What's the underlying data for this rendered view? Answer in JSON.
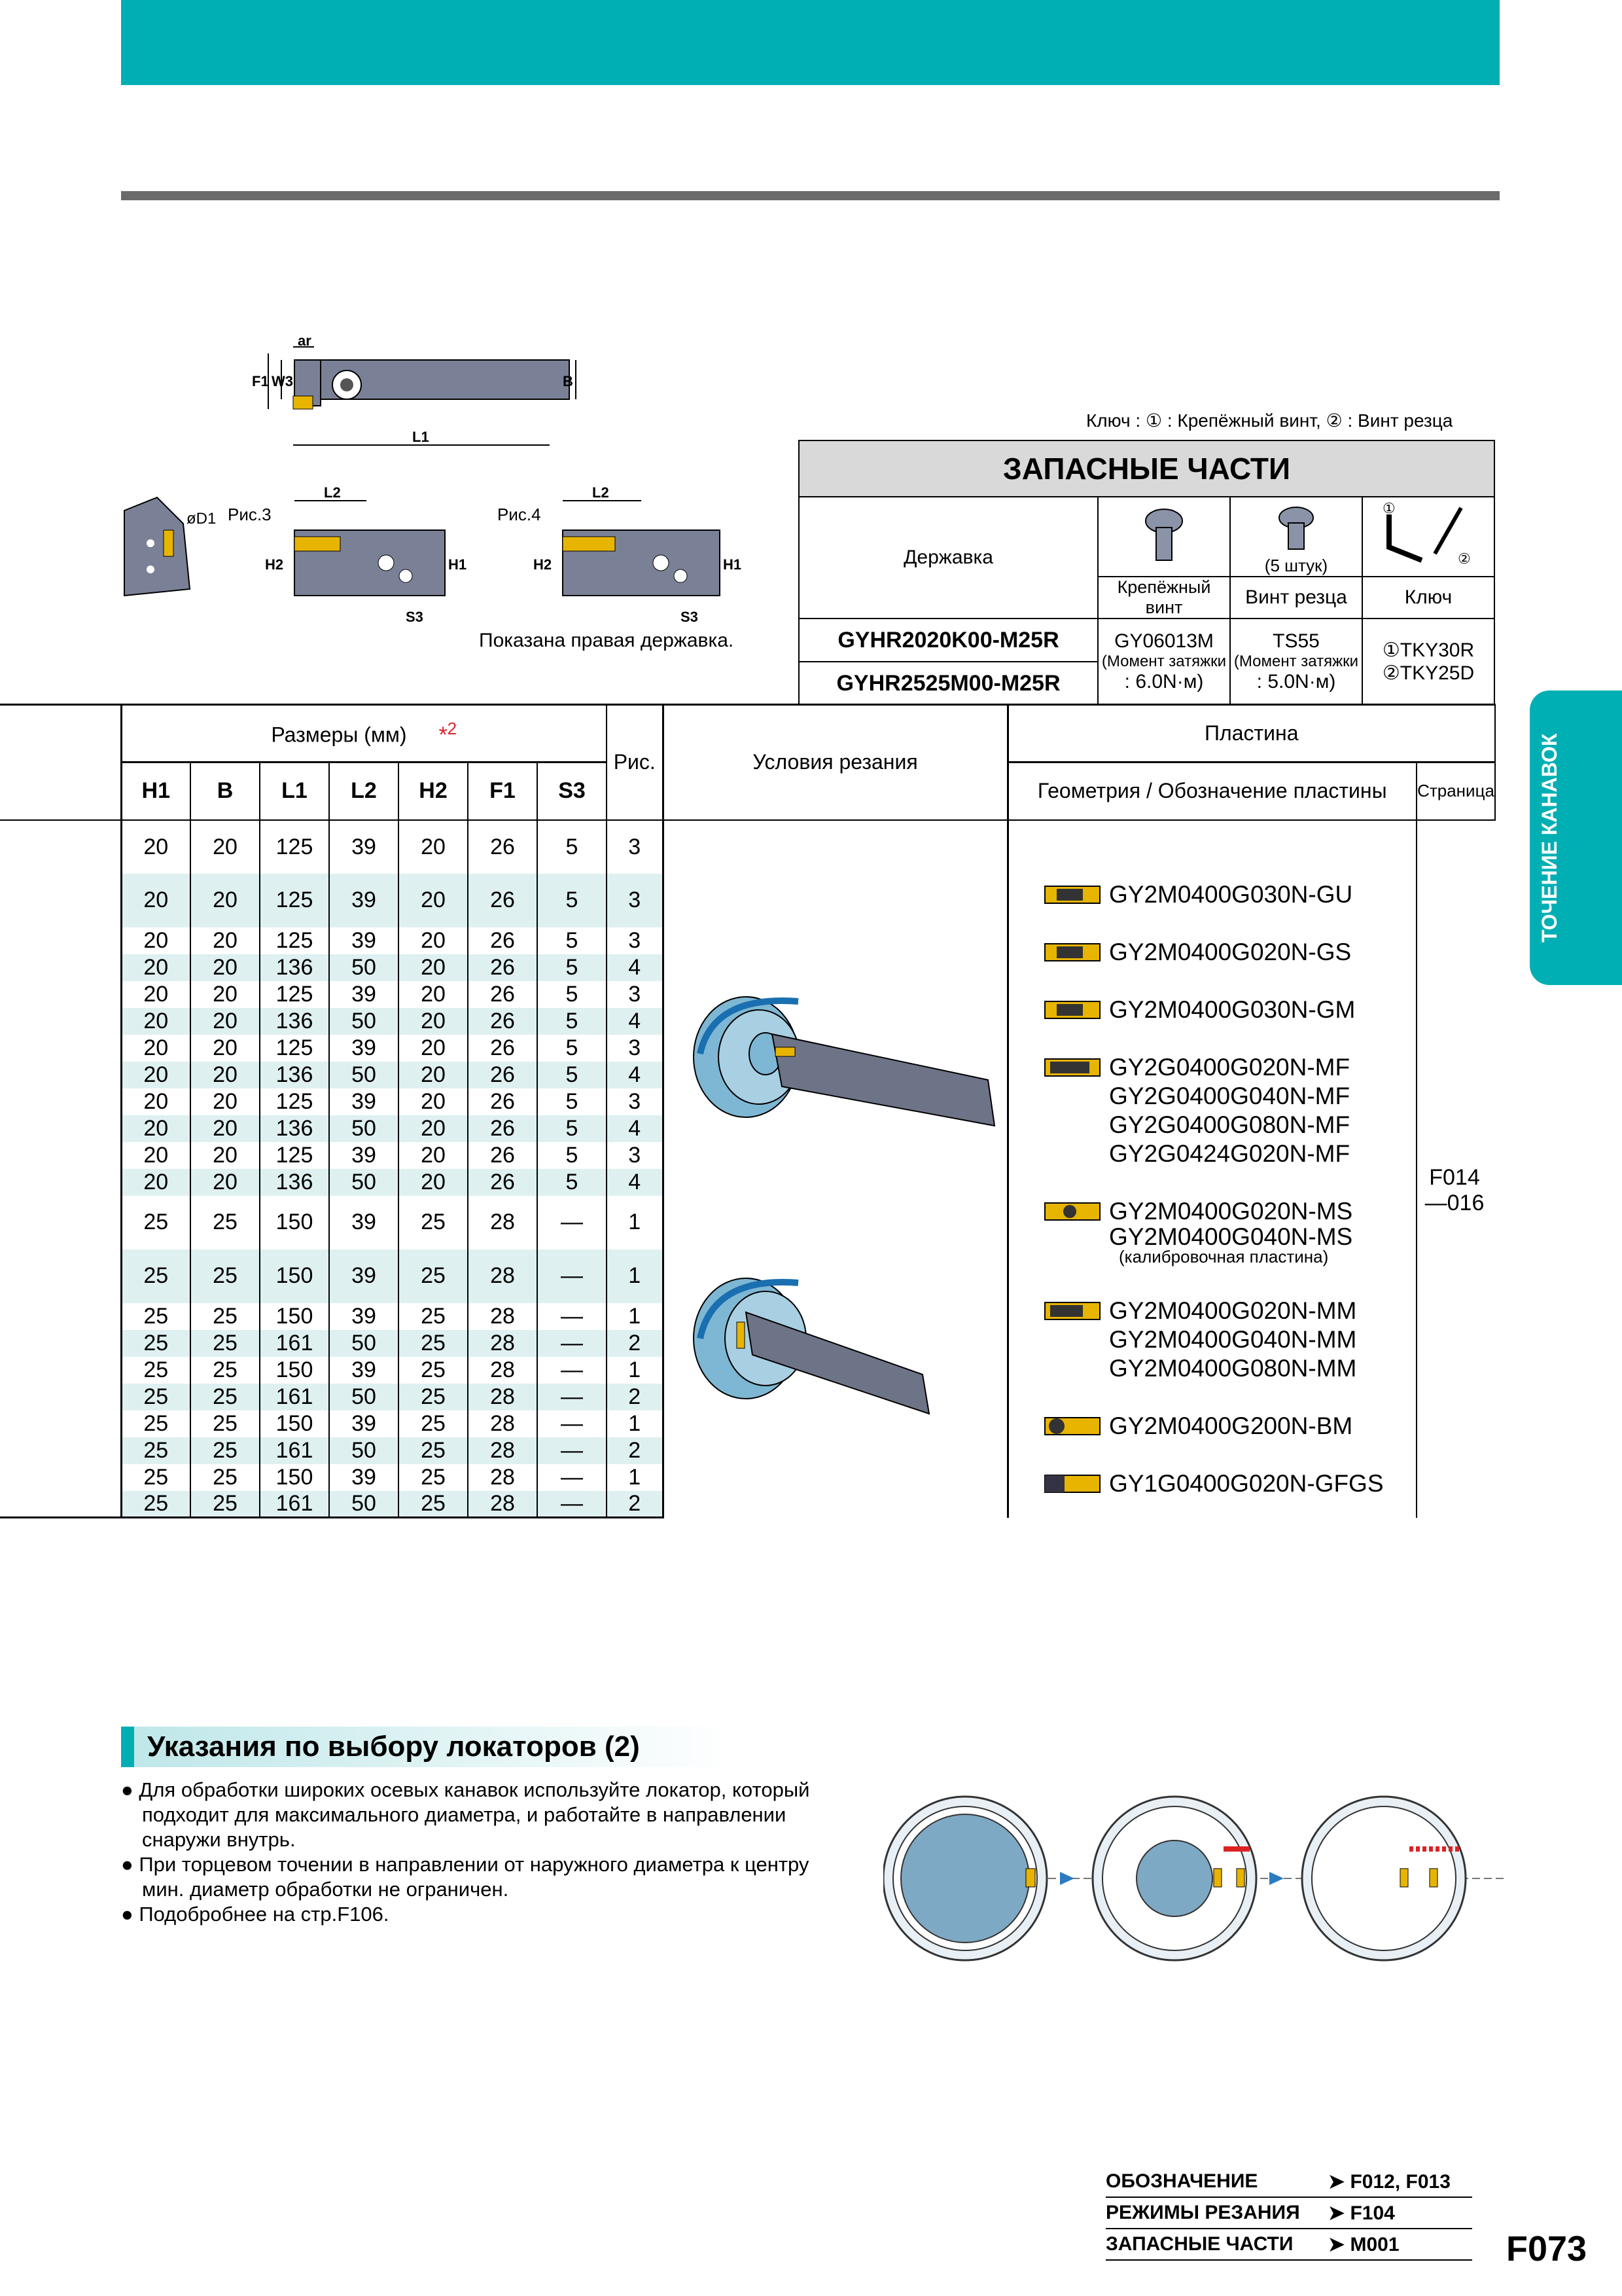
{
  "colors": {
    "accent": "#00afb4",
    "light_teal": "#dff0f1",
    "rule": "#6b6b6b"
  },
  "diagram_labels": {
    "ar": "ar",
    "f1": "F1",
    "w3": "W3",
    "b": "B",
    "l1": "L1",
    "l2": "L2",
    "h1": "H1",
    "h2": "H2",
    "s3": "S3",
    "d1": "øD1",
    "fig3": "Рис.3",
    "fig4": "Рис.4"
  },
  "right_holder_note": "Показана правая державка.",
  "key_note": "Ключ : ① : Крепёжный винт, ② : Винт резца",
  "spare_parts": {
    "title": "ЗАПАСНЫЕ ЧАСТИ",
    "col_holder": "Державка",
    "col_clamp": "Крепёжный винт",
    "col_screw": "Винт резца",
    "col_key": "Ключ",
    "five_pcs": "(5 штук)",
    "holders": [
      "GYHR2020K00-M25R",
      "GYHR2525M00-M25R"
    ],
    "clamp_code": "GY06013M",
    "clamp_torque_label": "(Момент затяжки",
    "clamp_torque": ": 6.0N·м)",
    "screw_code": "TS55",
    "screw_torque_label": "(Момент затяжки",
    "screw_torque": ": 5.0N·м)",
    "key1": "①TKY30R",
    "key2": "②TKY25D"
  },
  "main_table": {
    "dims_header": "Размеры (мм)",
    "note_mark": "2",
    "fig_header": "Рис.",
    "cond_header": "Условия резания",
    "insert_header": "Пластина",
    "geom_header": "Геометрия / Обозначение пластины",
    "page_header": "Страница",
    "columns": [
      "H1",
      "B",
      "L1",
      "L2",
      "H2",
      "F1",
      "S3"
    ],
    "rows": [
      [
        "20",
        "20",
        "125",
        "39",
        "20",
        "26",
        "5",
        "3"
      ],
      [
        "20",
        "20",
        "125",
        "39",
        "20",
        "26",
        "5",
        "3"
      ],
      [
        "20",
        "20",
        "125",
        "39",
        "20",
        "26",
        "5",
        "3"
      ],
      [
        "20",
        "20",
        "136",
        "50",
        "20",
        "26",
        "5",
        "4"
      ],
      [
        "20",
        "20",
        "125",
        "39",
        "20",
        "26",
        "5",
        "3"
      ],
      [
        "20",
        "20",
        "136",
        "50",
        "20",
        "26",
        "5",
        "4"
      ],
      [
        "20",
        "20",
        "125",
        "39",
        "20",
        "26",
        "5",
        "3"
      ],
      [
        "20",
        "20",
        "136",
        "50",
        "20",
        "26",
        "5",
        "4"
      ],
      [
        "20",
        "20",
        "125",
        "39",
        "20",
        "26",
        "5",
        "3"
      ],
      [
        "20",
        "20",
        "136",
        "50",
        "20",
        "26",
        "5",
        "4"
      ],
      [
        "20",
        "20",
        "125",
        "39",
        "20",
        "26",
        "5",
        "3"
      ],
      [
        "20",
        "20",
        "136",
        "50",
        "20",
        "26",
        "5",
        "4"
      ],
      [
        "25",
        "25",
        "150",
        "39",
        "25",
        "28",
        "—",
        "1"
      ],
      [
        "25",
        "25",
        "150",
        "39",
        "25",
        "28",
        "—",
        "1"
      ],
      [
        "25",
        "25",
        "150",
        "39",
        "25",
        "28",
        "—",
        "1"
      ],
      [
        "25",
        "25",
        "161",
        "50",
        "25",
        "28",
        "—",
        "2"
      ],
      [
        "25",
        "25",
        "150",
        "39",
        "25",
        "28",
        "—",
        "1"
      ],
      [
        "25",
        "25",
        "161",
        "50",
        "25",
        "28",
        "—",
        "2"
      ],
      [
        "25",
        "25",
        "150",
        "39",
        "25",
        "28",
        "—",
        "1"
      ],
      [
        "25",
        "25",
        "161",
        "50",
        "25",
        "28",
        "—",
        "2"
      ],
      [
        "25",
        "25",
        "150",
        "39",
        "25",
        "28",
        "—",
        "1"
      ],
      [
        "25",
        "25",
        "161",
        "50",
        "25",
        "28",
        "—",
        "2"
      ]
    ],
    "inserts": {
      "gu": "GY2M0400G030N-GU",
      "gs": "GY2M0400G020N-GS",
      "gm": "GY2M0400G030N-GM",
      "mf1": "GY2G0400G020N-MF",
      "mf2": "GY2G0400G040N-MF",
      "mf3": "GY2G0400G080N-MF",
      "mf4": "GY2G0424G020N-MF",
      "ms1": "GY2M0400G020N-MS",
      "ms2": "GY2M0400G040N-MS",
      "ms_note": "(калибровочная пластина)",
      "mm1": "GY2M0400G020N-MM",
      "mm2": "GY2M0400G040N-MM",
      "mm3": "GY2M0400G080N-MM",
      "bm": "GY2M0400G200N-BM",
      "gfgs": "GY1G0400G020N-GFGS"
    },
    "page_ref1": "F014",
    "page_ref2": "—016"
  },
  "side_tab": "ТОЧЕНИЕ КАНАВОК",
  "section": {
    "title": "Указания по выбору локаторов (2)",
    "b1": "● Для обработки широких осевых канавок используйте локатор, который подходит для максимального диаметра, и работайте в направлении снаружи внутрь.",
    "b2": "● При торцевом точении в направлении от наружного диаметра к центру мин. диаметр обработки не ограничен.",
    "b3": "● Подобробнее на стр.F106."
  },
  "footer": {
    "r1a": "ОБОЗНАЧЕНИЕ",
    "r1b": "➤ F012, F013",
    "r2a": "РЕЖИМЫ РЕЗАНИЯ",
    "r2b": "➤ F104",
    "r3a": "ЗАПАСНЫЕ ЧАСТИ",
    "r3b": "➤ M001"
  },
  "page_number": "F073"
}
